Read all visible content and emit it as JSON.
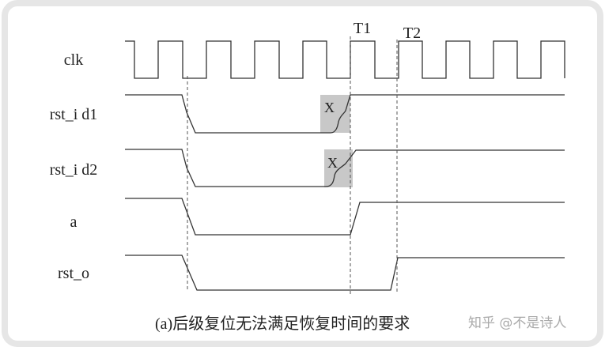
{
  "signals": [
    {
      "id": "clk",
      "label": "clk"
    },
    {
      "id": "rst_i_d1",
      "label": "rst_i d1"
    },
    {
      "id": "rst_i_d2",
      "label": "rst_i d2"
    },
    {
      "id": "a",
      "label": "a"
    },
    {
      "id": "rst_o",
      "label": "rst_o"
    }
  ],
  "markers": {
    "t1": "T1",
    "t2": "T2"
  },
  "metastable_label": "X",
  "caption": "(a)后级复位无法满足恢复时间的要求",
  "watermark": "知乎 @不是诗人",
  "colors": {
    "wave": "#333333",
    "metastable_fill": "#c8c8c8",
    "frame": "#e6e6e6"
  }
}
